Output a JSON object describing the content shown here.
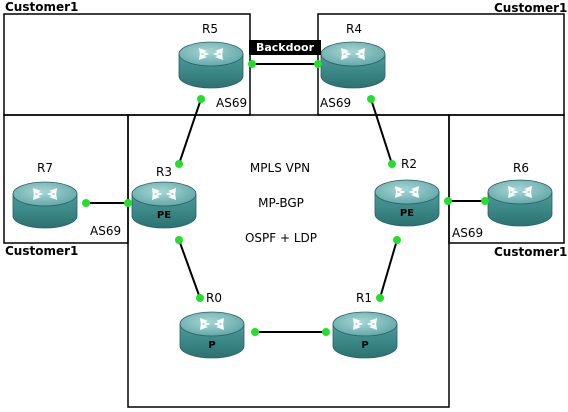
{
  "customer_label": "Customer1",
  "backdoor_label": "Backdoor",
  "as_label": "AS69",
  "core": {
    "line1": "MPLS VPN",
    "line2": "MP-BGP",
    "line3": "OSPF + LDP"
  },
  "routers": {
    "r5": {
      "name": "R5",
      "tag": ""
    },
    "r4": {
      "name": "R4",
      "tag": ""
    },
    "r3": {
      "name": "R3",
      "tag": "PE"
    },
    "r2": {
      "name": "R2",
      "tag": "PE"
    },
    "r7": {
      "name": "R7",
      "tag": ""
    },
    "r6": {
      "name": "R6",
      "tag": ""
    },
    "r0": {
      "name": "R0",
      "tag": "P"
    },
    "r1": {
      "name": "R1",
      "tag": "P"
    }
  },
  "colors": {
    "router_body": "#3e8e8e",
    "router_top": "#6fb3b3",
    "port": "#22e02a",
    "backdoor_bg": "#000000"
  }
}
